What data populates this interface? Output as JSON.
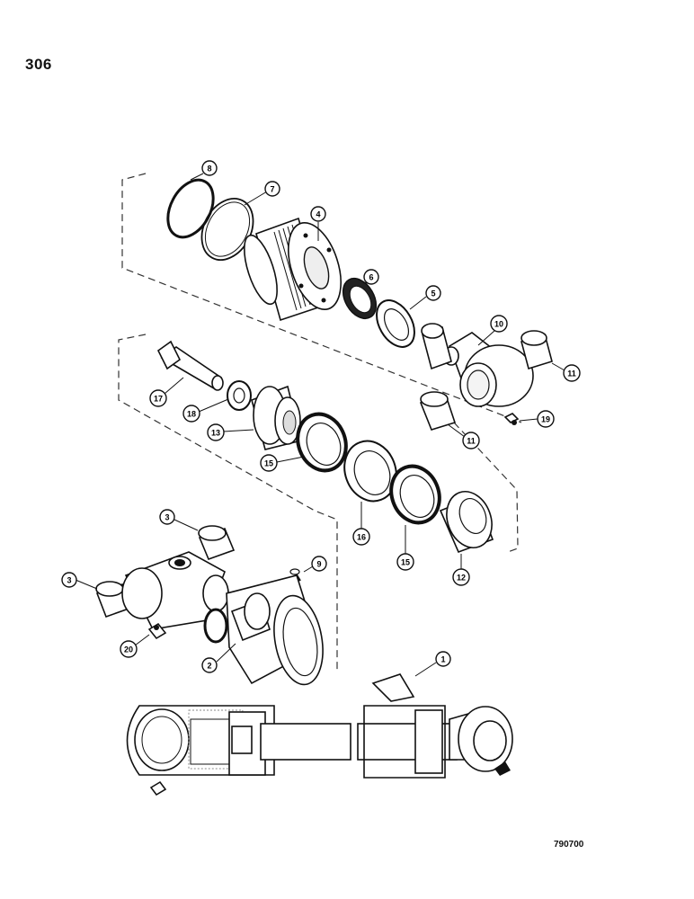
{
  "page": {
    "number": "306",
    "reference_code": "790700"
  },
  "callouts": [
    {
      "id": "c8",
      "label": "8"
    },
    {
      "id": "c7",
      "label": "7"
    },
    {
      "id": "c4",
      "label": "4"
    },
    {
      "id": "c6",
      "label": "6"
    },
    {
      "id": "c5",
      "label": "5"
    },
    {
      "id": "c10",
      "label": "10"
    },
    {
      "id": "c11a",
      "label": "11"
    },
    {
      "id": "c11b",
      "label": "11"
    },
    {
      "id": "c19",
      "label": "19"
    },
    {
      "id": "c17",
      "label": "17"
    },
    {
      "id": "c18",
      "label": "18"
    },
    {
      "id": "c13",
      "label": "13"
    },
    {
      "id": "c15a",
      "label": "15"
    },
    {
      "id": "c16",
      "label": "16"
    },
    {
      "id": "c15b",
      "label": "15"
    },
    {
      "id": "c12",
      "label": "12"
    },
    {
      "id": "c3a",
      "label": "3"
    },
    {
      "id": "c3b",
      "label": "3"
    },
    {
      "id": "c9",
      "label": "9"
    },
    {
      "id": "c20",
      "label": "20"
    },
    {
      "id": "c2",
      "label": "2"
    },
    {
      "id": "c1",
      "label": "1"
    }
  ]
}
